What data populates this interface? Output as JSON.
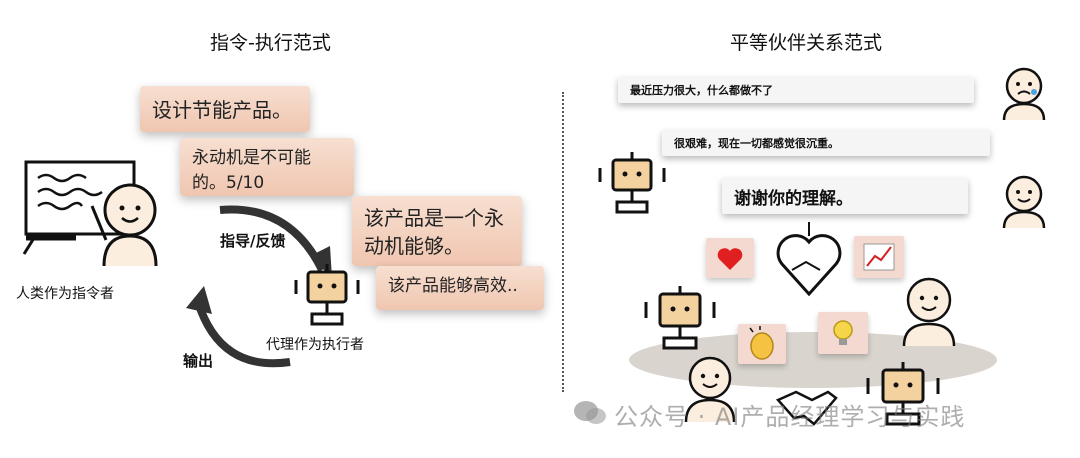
{
  "left": {
    "title": "指令-执行范式",
    "bubbles": {
      "design": "设计节能产品。",
      "perpetual": "永动机是不可能的。5/10",
      "claim": "该产品是一个永动机能够。",
      "efficient": "该产品能够高效.."
    },
    "labels": {
      "instruct_feedback": "指导/反馈",
      "output": "输出",
      "human_role": "人类作为指令者",
      "agent_role": "代理作为执行者"
    }
  },
  "right": {
    "title": "平等伙伴关系范式",
    "chats": {
      "pressure": "最近压力很大，什么都做不了",
      "hard": "很艰难，现在一切都感觉很沉重。",
      "thanks": "谢谢你的理解。"
    }
  },
  "watermark": "公众号 · AI产品经理学习与实践",
  "colors": {
    "bubble": "#f0c6b0",
    "table": "#d9d4ce",
    "heart": "#e02020",
    "chart_line": "#d02020"
  }
}
